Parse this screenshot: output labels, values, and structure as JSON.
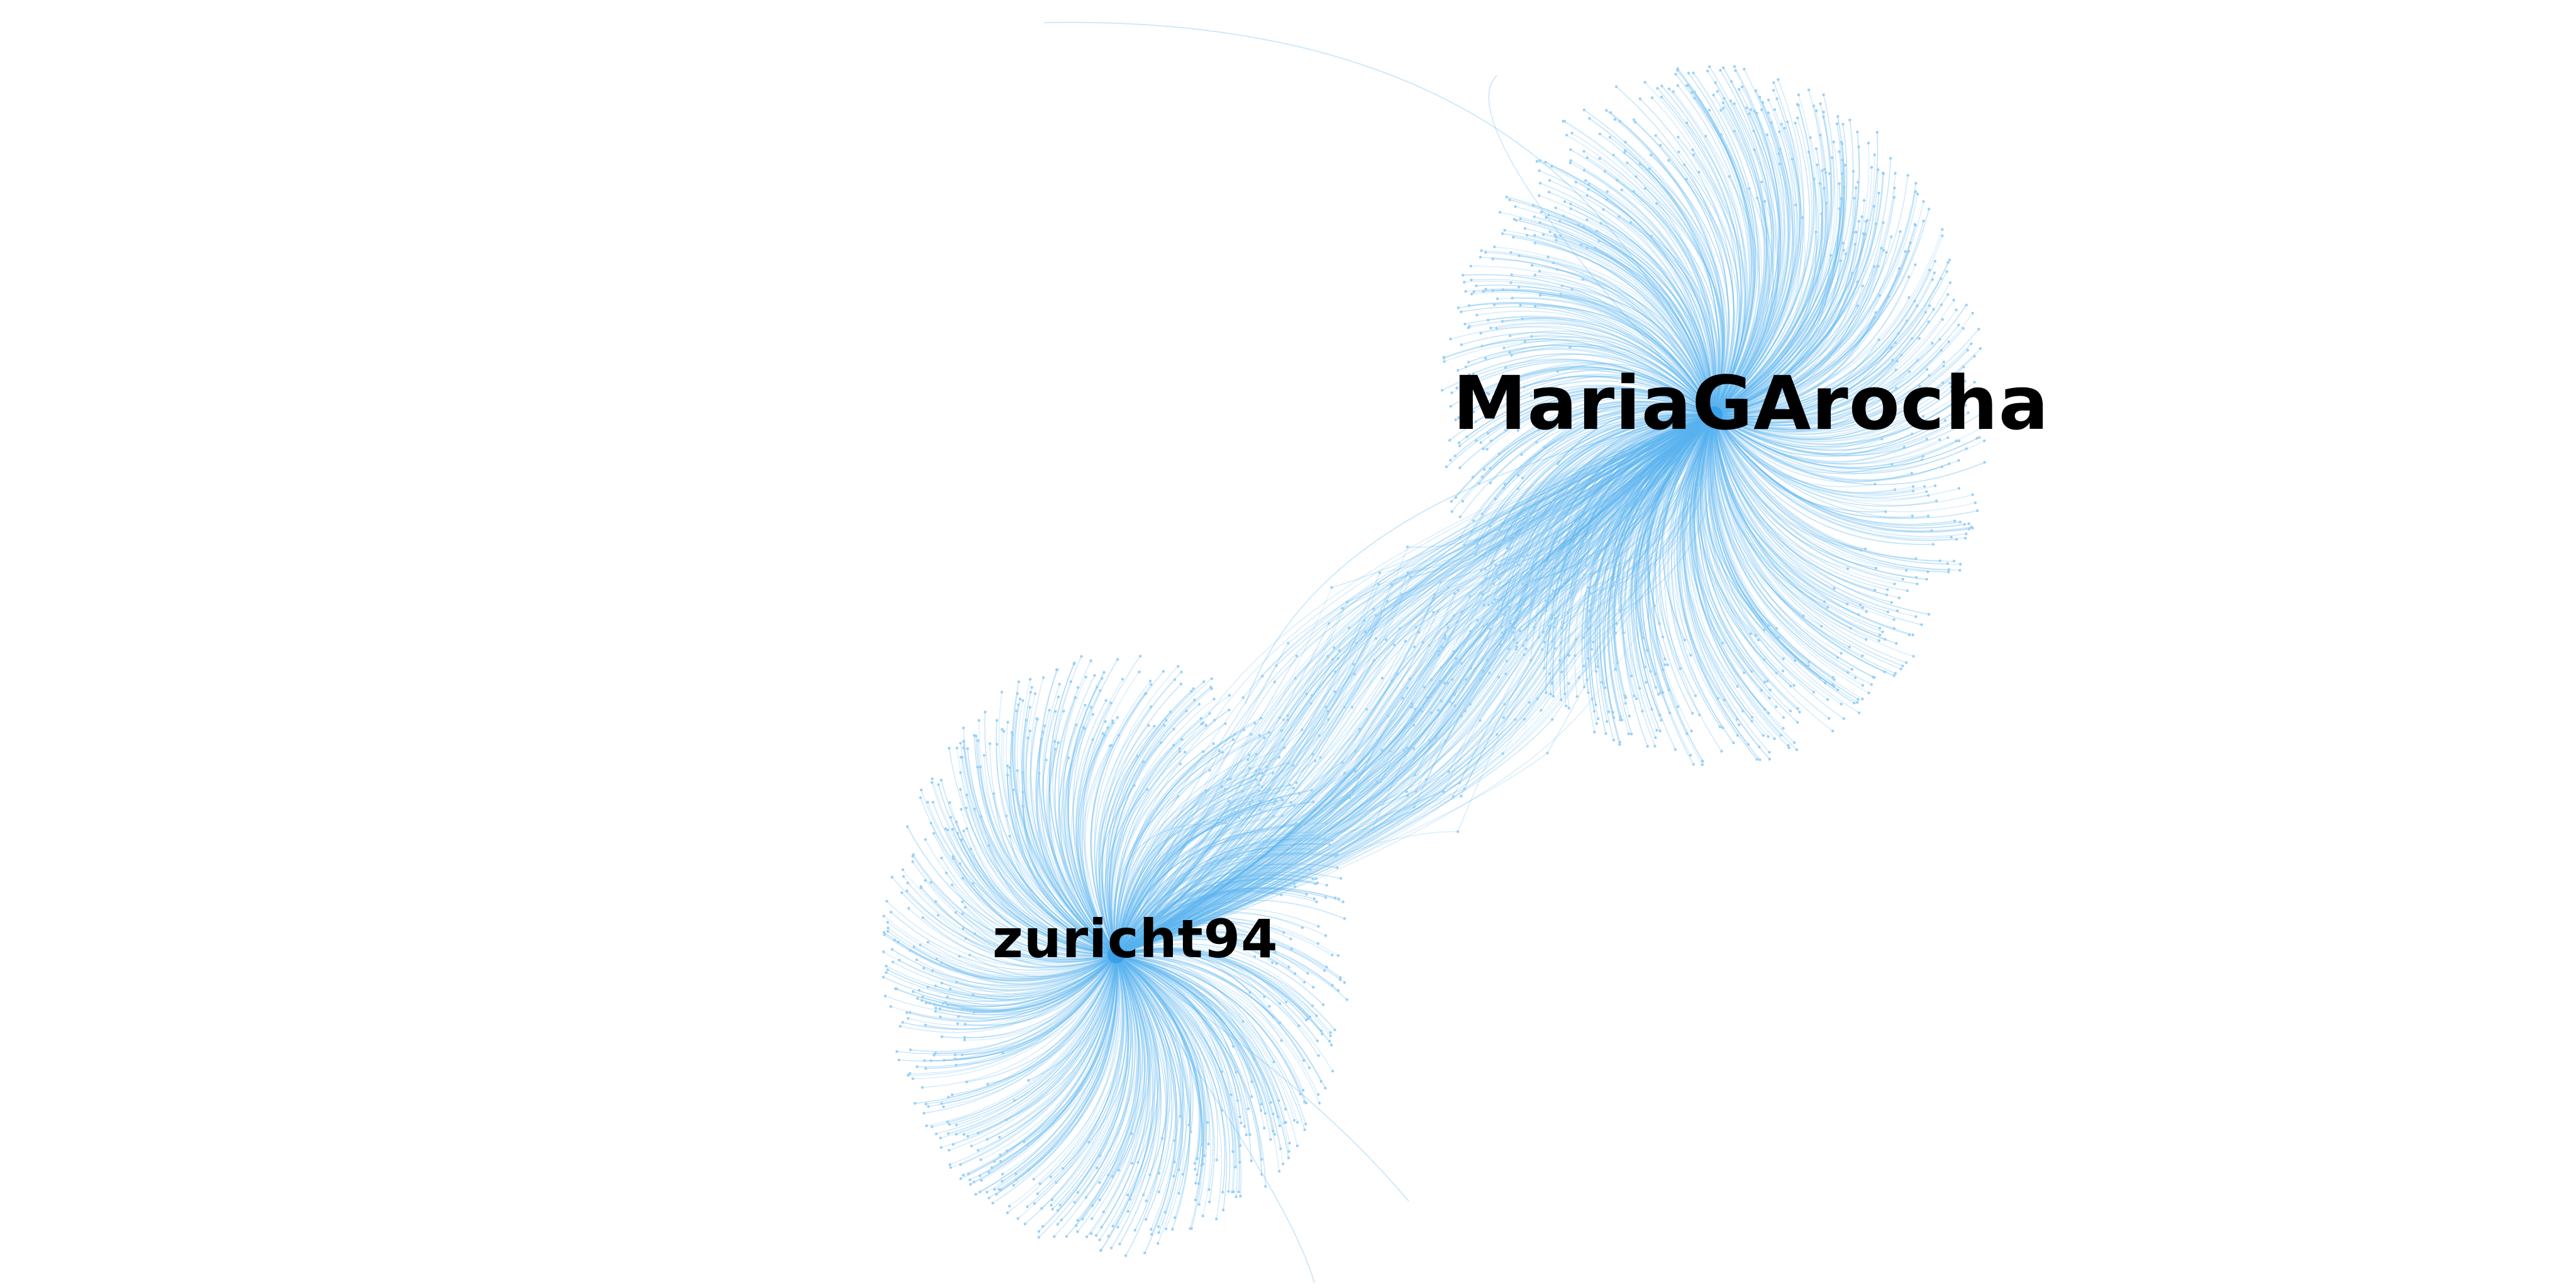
{
  "graph": {
    "edge_color": "#5ab4f0",
    "hub_color": "#3aa0ea",
    "nodes": [
      {
        "id": "mariagarocha",
        "label": "MariaGArocha"
      },
      {
        "id": "zuricht94",
        "label": "zuricht94"
      }
    ]
  }
}
